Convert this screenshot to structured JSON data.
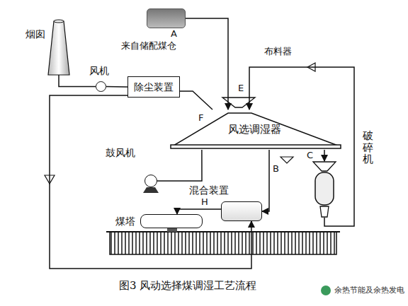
{
  "diagram": {
    "caption": "图3 风动选择煤调湿工艺流程",
    "nodes": [
      {
        "text": [
          "来自储配煤仓"
        ]
      },
      {
        "text": [
          "烟囱"
        ]
      },
      {
        "text": [
          "风机"
        ]
      },
      {
        "text": [
          "除尘装置"
        ]
      },
      {
        "text": [
          "风选调湿器"
        ]
      },
      {
        "text": [
          "鼓风机"
        ]
      },
      {
        "text": [
          "混合装置"
        ]
      },
      {
        "text": [
          "破碎机"
        ]
      },
      {
        "text": [
          "煤塔"
        ]
      }
    ],
    "edges": [
      {
        "from": 0,
        "to": 4,
        "arrow": "to",
        "label": "A"
      },
      {
        "from": 7,
        "to": 4,
        "arrow": "to",
        "label": "E"
      },
      {
        "from": 4,
        "to": 7,
        "arrow": "to",
        "label": "C"
      },
      {
        "from": 4,
        "to": 6,
        "arrow": "to",
        "label": "B"
      },
      {
        "from": 6,
        "to": 8,
        "arrow": "to",
        "label": "H"
      },
      {
        "from": 4,
        "to": 3,
        "arrow": "none",
        "label": "F"
      },
      {
        "from": 3,
        "to": 2,
        "arrow": "none"
      },
      {
        "from": 2,
        "to": 1,
        "arrow": "none"
      },
      {
        "from": 5,
        "to": 4,
        "arrow": "none"
      },
      {
        "from": 3,
        "to": 6,
        "arrow": "to"
      }
    ],
    "labels": [
      "布料器",
      "余热节能及余热发电"
    ]
  }
}
